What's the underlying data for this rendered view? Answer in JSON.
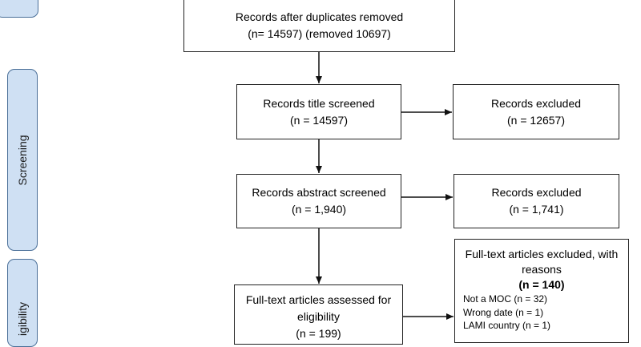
{
  "stages": [
    "Screening",
    "igibility"
  ],
  "boxes": {
    "duplicates": {
      "line1": "Records after duplicates removed",
      "line2": "(n= 14597) (removed 10697)"
    },
    "title": {
      "line1": "Records title screened",
      "line2": "(n = 14597)"
    },
    "title_excluded": {
      "line1": "Records excluded",
      "line2": "(n = 12657)"
    },
    "abstract": {
      "line1": "Records abstract screened",
      "line2": "(n = 1,940)"
    },
    "abstract_excluded": {
      "line1": "Records excluded",
      "line2": "(n = 1,741)"
    },
    "fulltext": {
      "line1": "Full-text articles assessed for",
      "line2": "eligibility",
      "line3": "(n = 199)"
    },
    "fulltext_excluded": {
      "line1": "Full-text articles excluded, with",
      "line2": "reasons",
      "line3": "(n = 140)",
      "reasons": [
        "Not a MOC (n = 32)",
        "Wrong date (n = 1)",
        "LAMI country (n = 1)"
      ]
    }
  }
}
